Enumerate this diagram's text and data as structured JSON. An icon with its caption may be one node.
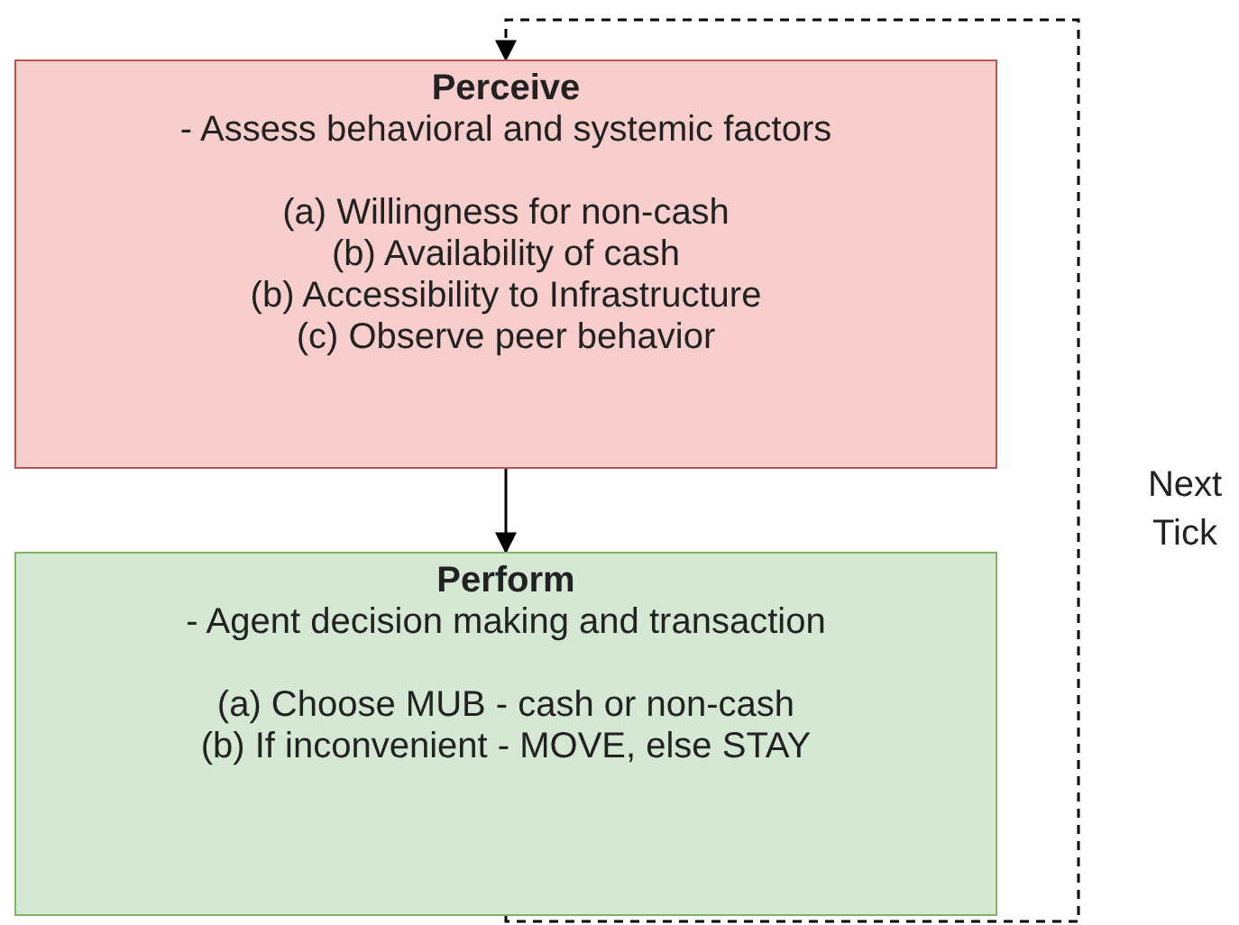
{
  "diagram": {
    "nodes": [
      {
        "text": [
          "Perceive",
          "- Assess behavioral and systemic factors",
          "(a) Willingness for non-cash",
          "(b) Availability of cash",
          "(b) Accessibility to Infrastructure",
          "(c) Observe peer behavior"
        ]
      },
      {
        "text": [
          "Perform",
          "- Agent decision making and transaction",
          "(a) Choose MUB - cash or non-cash",
          "(b) If inconvenient - MOVE, else STAY"
        ]
      }
    ],
    "edges": [
      {
        "from": 0,
        "to": 1,
        "arrow": "to"
      },
      {
        "from": 1,
        "to": 0,
        "arrow": "to",
        "style": "dashed",
        "label": "Next Tick"
      }
    ]
  }
}
